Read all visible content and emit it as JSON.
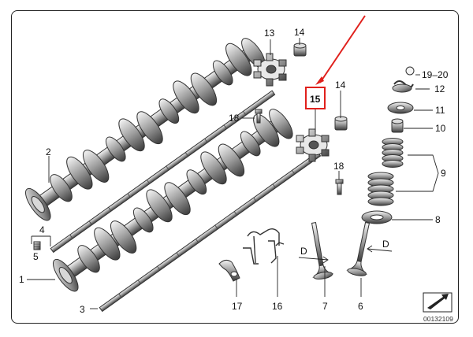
{
  "diagram": {
    "callouts": [
      {
        "id": "13",
        "text": "13"
      },
      {
        "id": "14a",
        "text": "14"
      },
      {
        "id": "14b",
        "text": "14"
      },
      {
        "id": "15",
        "text": "15"
      },
      {
        "id": "18a",
        "text": "18"
      },
      {
        "id": "18b",
        "text": "18"
      },
      {
        "id": "2",
        "text": "2"
      },
      {
        "id": "4",
        "text": "4"
      },
      {
        "id": "5",
        "text": "5"
      },
      {
        "id": "1",
        "text": "1"
      },
      {
        "id": "3",
        "text": "3"
      },
      {
        "id": "17",
        "text": "17"
      },
      {
        "id": "16",
        "text": "16"
      },
      {
        "id": "7",
        "text": "7"
      },
      {
        "id": "6",
        "text": "6"
      },
      {
        "id": "19-20",
        "text": "19–20"
      },
      {
        "id": "12",
        "text": "12"
      },
      {
        "id": "11",
        "text": "11"
      },
      {
        "id": "10",
        "text": "10"
      },
      {
        "id": "9",
        "text": "9"
      },
      {
        "id": "8",
        "text": "8"
      },
      {
        "id": "D1",
        "text": "D"
      },
      {
        "id": "D2",
        "text": "D"
      }
    ],
    "highlighted_part": "15",
    "highlight_color": "#e0201c",
    "drawing_code": "00132109"
  }
}
